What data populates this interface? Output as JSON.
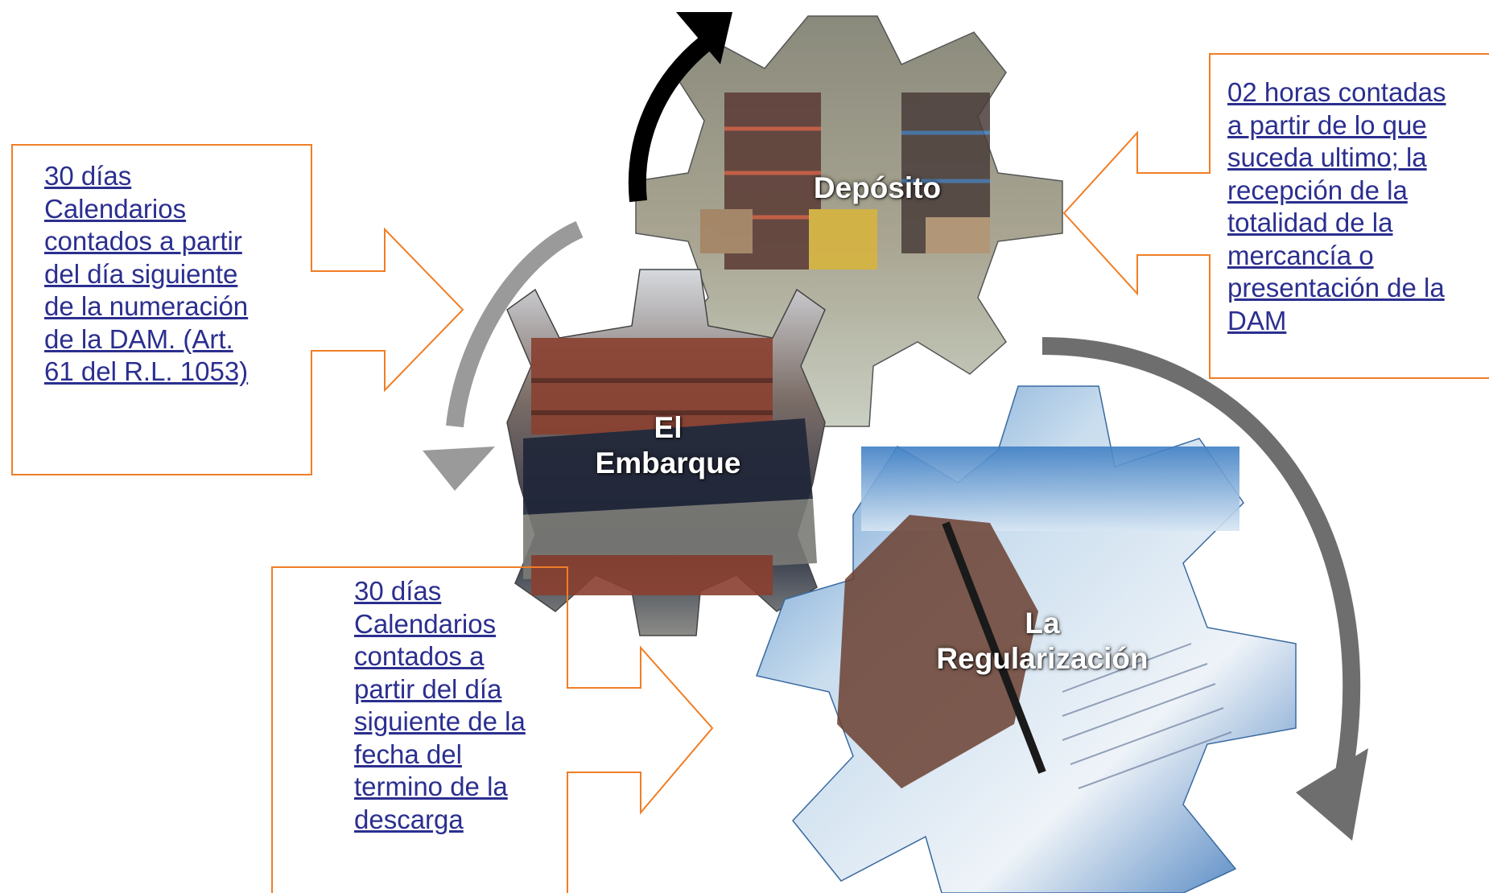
{
  "gears": {
    "deposito": {
      "label": "Depósito"
    },
    "embarque": {
      "label": "El\nEmbarque"
    },
    "regularizacion": {
      "label": "La\nRegularización"
    }
  },
  "callouts": {
    "left": {
      "text": "30 días\nCalendarios\ncontados a  partir\ndel día  siguiente\nde la  numeración\nde  la DAM. (Art.\n61 del R.L. 1053)"
    },
    "bottom": {
      "text": "30 días\nCalendarios\ncontados a\npartir del día\nsiguiente de la\nfecha del\ntermino de la\ndescarga"
    },
    "right": {
      "text": "02 horas contadas\na partir de lo que\nsuceda ultimo; la\nrecepción de la\ntotalidad de la\nmercancía o\npresentación de la\nDAM"
    }
  },
  "colors": {
    "callout_border": "#f07e26",
    "link_text": "#2b2f8f",
    "arrow_black": "#000000",
    "arrow_light_gray": "#9a9a9a",
    "arrow_dark_gray": "#6e6e6e"
  },
  "icons": [
    "gear-warehouse",
    "gear-ship",
    "gear-signing-document",
    "cycle-arrow"
  ]
}
